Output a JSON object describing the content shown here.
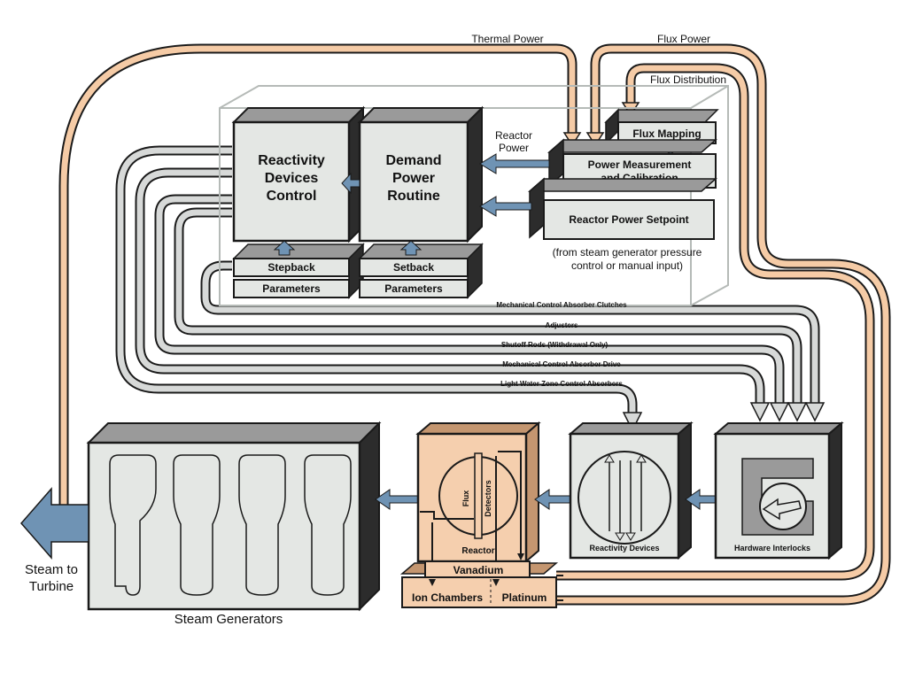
{
  "colors": {
    "box_face": "#e4e7e4",
    "box_side": "#2c2c2c",
    "box_top": "#9a9a9a",
    "reactor_face": "#f5cfae",
    "reactor_side": "#c49670",
    "orange_pipe": "#f5cba6",
    "gray_pipe": "#d7d9d8",
    "blue_arrow": "#6f93b4",
    "outline": "#1a1a1a"
  },
  "signals": {
    "thermal_power": "Thermal Power",
    "flux_power": "Flux Power",
    "flux_distribution": "Flux Distribution",
    "reactor_power": [
      "Reactor",
      "Power"
    ],
    "mech_clutches": "Mechanical Control Absorber Clutches",
    "adjusters": "Adjusters",
    "shutoff_rods": "Shutoff Rods (Withdrawal Only)",
    "mech_drive": "Mechanical Control Absorber Drive",
    "lw_zone": "Light Water Zone Control Absorbers"
  },
  "blocks": {
    "rdc": [
      "Reactivity",
      "Devices",
      "Control"
    ],
    "dpr": [
      "Demand",
      "Power",
      "Routine"
    ],
    "stepback": "Stepback",
    "setback": "Setback",
    "parameters": "Parameters",
    "flux_mapping": "Flux Mapping",
    "power_meas": [
      "Power Measurement",
      "and Calibration"
    ],
    "setpoint": "Reactor Power Setpoint",
    "setpoint_note": [
      "(from steam generator pressure",
      "control or manual input)"
    ]
  },
  "plant": {
    "steam_to_turbine": [
      "Steam to",
      "Turbine"
    ],
    "steam_generators": "Steam Generators",
    "reactor": "Reactor",
    "flux_detectors": [
      "Flux",
      "Detectors"
    ],
    "vanadium": "Vanadium",
    "ion_chambers": "Ion Chambers",
    "platinum": "Platinum",
    "reactivity_devices": "Reactivity Devices",
    "hardware_interlocks": "Hardware Interlocks"
  }
}
